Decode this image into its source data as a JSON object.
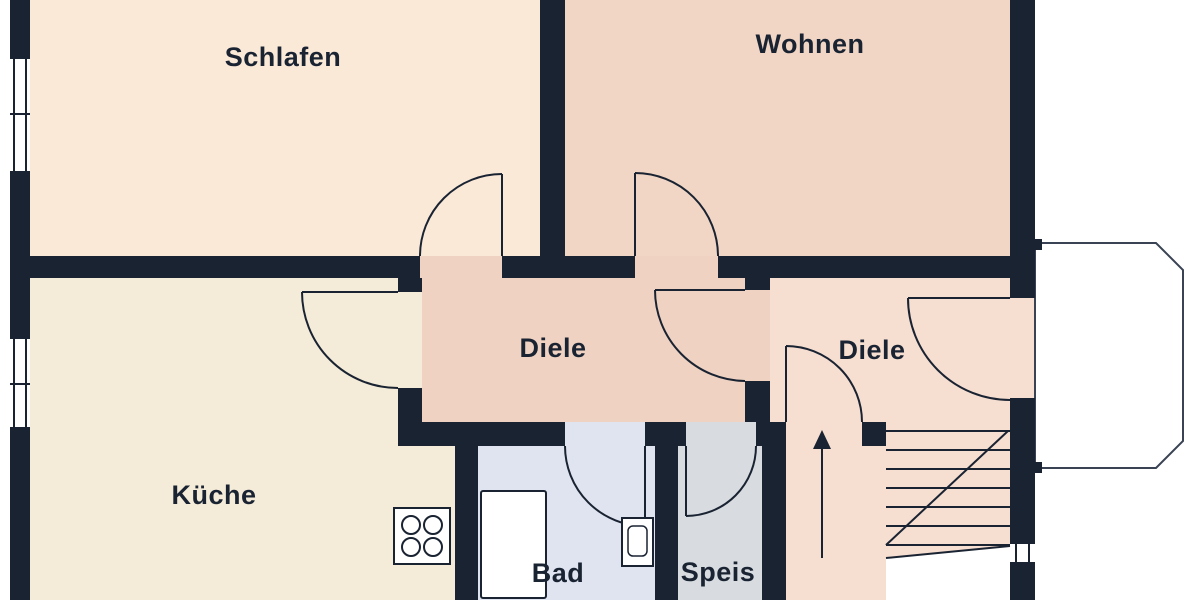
{
  "plan": {
    "type": "floor-plan",
    "labels": {
      "schlafen": "Schlafen",
      "wohnen": "Wohnen",
      "diele_center": "Diele",
      "diele_right": "Diele",
      "kueche": "Küche",
      "bad": "Bad",
      "speis": "Speis"
    },
    "colors": {
      "wall": "#1a2332",
      "line": "#1a2332",
      "text": "#1a2332",
      "schlafen": "#fbe9d8",
      "wohnen": "#f2d6c5",
      "diele_center": "#efd2c1",
      "diele_right": "#f6ded1",
      "kueche": "#f4ecd8",
      "bad": "#dfe4f0",
      "speis": "#d8dce1",
      "fixture": "#ffffff",
      "balcony_outline": "#3a4353"
    }
  }
}
